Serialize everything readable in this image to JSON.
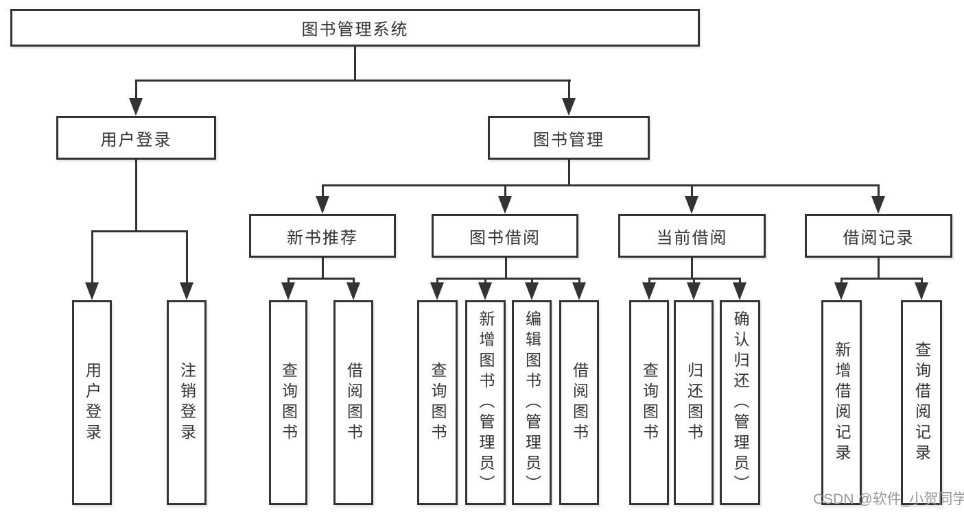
{
  "tree": {
    "root": {
      "label": "图书管理系统"
    },
    "branches": [
      {
        "label": "用户登录",
        "children": [
          {
            "label": "用户登录"
          },
          {
            "label": "注销登录"
          }
        ]
      },
      {
        "label": "图书管理",
        "children": [
          {
            "label": "新书推荐",
            "children": [
              {
                "label": "查询图书"
              },
              {
                "label": "借阅图书"
              }
            ]
          },
          {
            "label": "图书借阅",
            "children": [
              {
                "label": "查询图书"
              },
              {
                "label": "新增图书（管理员）"
              },
              {
                "label": "编辑图书（管理员）"
              },
              {
                "label": "借阅图书"
              }
            ]
          },
          {
            "label": "当前借阅",
            "children": [
              {
                "label": "查询图书"
              },
              {
                "label": "归还图书"
              },
              {
                "label": "确认归还（管理员）"
              }
            ]
          },
          {
            "label": "借阅记录",
            "children": [
              {
                "label": "新增借阅记录"
              },
              {
                "label": "查询借阅记录"
              }
            ]
          }
        ]
      }
    ]
  },
  "watermark": {
    "text": "CSDN @软件_小贺同学"
  },
  "colors": {
    "line": "#333333",
    "box_background": "#ffffff",
    "watermark": "#999999"
  }
}
